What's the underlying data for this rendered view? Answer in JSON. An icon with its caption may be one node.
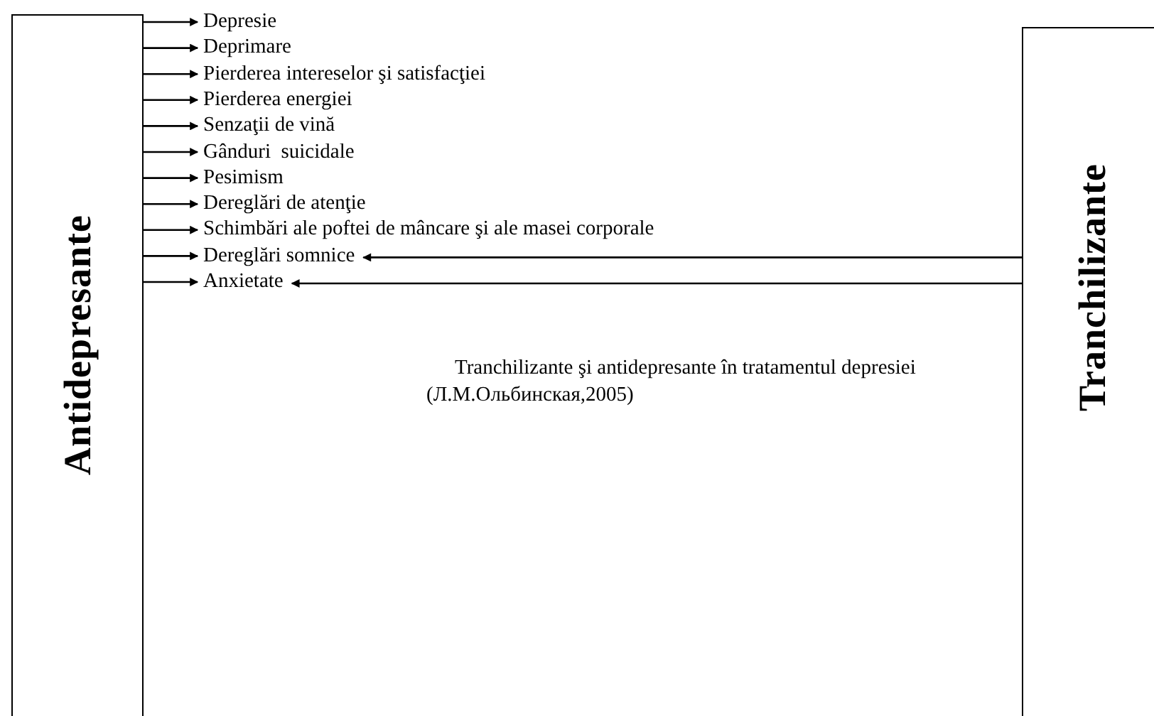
{
  "diagram": {
    "caption": "Tranchilizante şi antidepresante în tratamentul depresiei (Л.М.Ольбинская,2005)",
    "nodes": [
      {
        "text": [
          "Antidepresante"
        ]
      },
      {
        "text": [
          "Tranchilizante"
        ]
      },
      {
        "text": [
          "Depresie"
        ]
      },
      {
        "text": [
          "Deprimare"
        ]
      },
      {
        "text": [
          "Pierderea intereselor şi satisfacţiei"
        ]
      },
      {
        "text": [
          "Pierderea energiei"
        ]
      },
      {
        "text": [
          "Senzaţii de vină"
        ]
      },
      {
        "text": [
          "Gânduri  suicidale"
        ]
      },
      {
        "text": [
          "Pesimism"
        ]
      },
      {
        "text": [
          "Dereglări de atenţie"
        ]
      },
      {
        "text": [
          "Schimbări ale poftei de mâncare şi ale masei corporale"
        ]
      },
      {
        "text": [
          "Dereglări somnice"
        ]
      },
      {
        "text": [
          "Anxietate"
        ]
      }
    ],
    "edges": [
      {
        "from": 0,
        "to": 2,
        "arrow": "to"
      },
      {
        "from": 0,
        "to": 3,
        "arrow": "to"
      },
      {
        "from": 0,
        "to": 4,
        "arrow": "to"
      },
      {
        "from": 0,
        "to": 5,
        "arrow": "to"
      },
      {
        "from": 0,
        "to": 6,
        "arrow": "to"
      },
      {
        "from": 0,
        "to": 7,
        "arrow": "to"
      },
      {
        "from": 0,
        "to": 8,
        "arrow": "to"
      },
      {
        "from": 0,
        "to": 9,
        "arrow": "to"
      },
      {
        "from": 0,
        "to": 10,
        "arrow": "to"
      },
      {
        "from": 0,
        "to": 11,
        "arrow": "to"
      },
      {
        "from": 0,
        "to": 12,
        "arrow": "to"
      },
      {
        "from": 1,
        "to": 11,
        "arrow": "to"
      },
      {
        "from": 1,
        "to": 12,
        "arrow": "to"
      }
    ]
  }
}
